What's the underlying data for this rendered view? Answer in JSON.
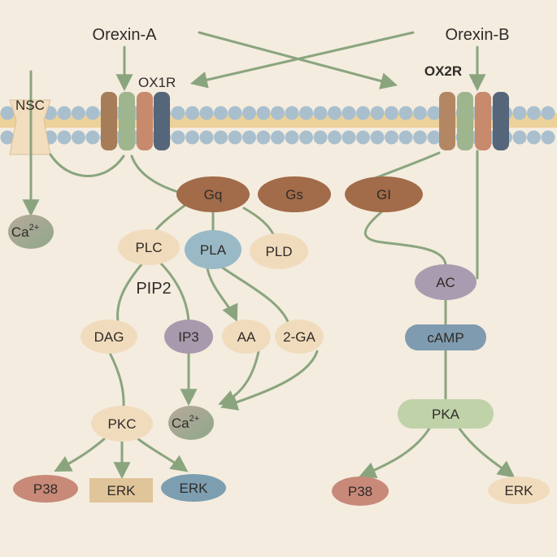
{
  "ligands": {
    "orexin_a": "Orexin-A",
    "orexin_b": "Orexin-B"
  },
  "receptors": {
    "ox1r": "OX1R",
    "ox2r": "OX2R",
    "nsc": "NSC"
  },
  "gproteins": {
    "gq": "Gq",
    "gs": "Gs",
    "gi": "GI"
  },
  "left_pathway": {
    "ca_nsc": "Ca",
    "ca_sup": "2+",
    "plc": "PLC",
    "pla": "PLA",
    "pld": "PLD",
    "pip2": "PIP2",
    "dag": "DAG",
    "ip3": "IP3",
    "aa": "AA",
    "ga2": "2-GA",
    "pkc": "PKC",
    "ca_lower": "Ca",
    "ca_lower_sup": "2+",
    "p38": "P38",
    "erk_rect": "ERK",
    "erk_oval": "ERK"
  },
  "right_pathway": {
    "ac": "AC",
    "camp": "cAMP",
    "pka": "PKA",
    "p38": "P38",
    "erk": "ERK"
  },
  "colors": {
    "background": "#f4ecdf",
    "arrow": "#8aa57e",
    "membrane_head": "#a9bfcd",
    "membrane_core": "#ecd29a",
    "g_protein": "#a26b49",
    "light_node": "#f0dcbd",
    "pla_node": "#9ab9c6",
    "ip3_node": "#a899ad",
    "ac_node": "#aa9cb0",
    "camp_node": "#7f9bb0",
    "pka_node": "#bfd2a8",
    "p38_node": "#c88978",
    "erk_rect": "#e0c49a",
    "erk_oval": "#7c9eb0"
  }
}
